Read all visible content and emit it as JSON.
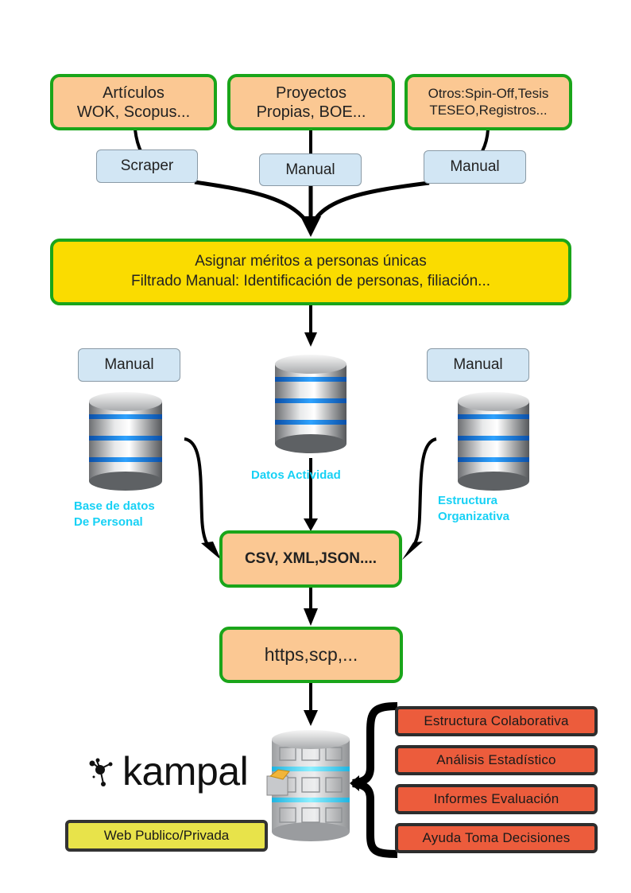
{
  "colors": {
    "source_fill": "#fbc893",
    "source_border": "#1aa51a",
    "tag_fill": "#d2e6f4",
    "process_fill": "#fadc00",
    "db_label": "#17d1f5",
    "output_fill": "#ec5c3c",
    "web_fill": "#e8e34a",
    "arrow": "#000000"
  },
  "sources": [
    {
      "line1": "Artículos",
      "line2": "WOK, Scopus...",
      "method": "Scraper"
    },
    {
      "line1": "Proyectos",
      "line2": "Propias, BOE...",
      "method": "Manual"
    },
    {
      "line1": "Otros:Spin-Off,Tesis",
      "line2": "TESEO,Registros...",
      "method": "Manual"
    }
  ],
  "process": {
    "line1": "Asignar méritos a personas únicas",
    "line2": "Filtrado Manual: Identificación de personas, filiación..."
  },
  "databases": {
    "personal": {
      "method": "Manual",
      "label_line1": "Base de datos",
      "label_line2": "De Personal",
      "icon": "database-icon"
    },
    "actividad": {
      "label": "Datos Actividad",
      "icon": "database-icon"
    },
    "estructura": {
      "method": "Manual",
      "label_line1": "Estructura",
      "label_line2": "Organizativa",
      "icon": "database-icon"
    }
  },
  "formats": {
    "label": "CSV, XML,JSON...."
  },
  "transport": {
    "label": "https,scp,..."
  },
  "platform": {
    "brand": "kampal",
    "brand_icon": "molecule-logo-icon",
    "server_icon": "file-server-icon",
    "web_label": "Web Publico/Privada"
  },
  "outputs": [
    "Estructura Colaborativa",
    "Análisis Estadístico",
    "Informes Evaluación",
    "Ayuda Toma Decisiones"
  ]
}
